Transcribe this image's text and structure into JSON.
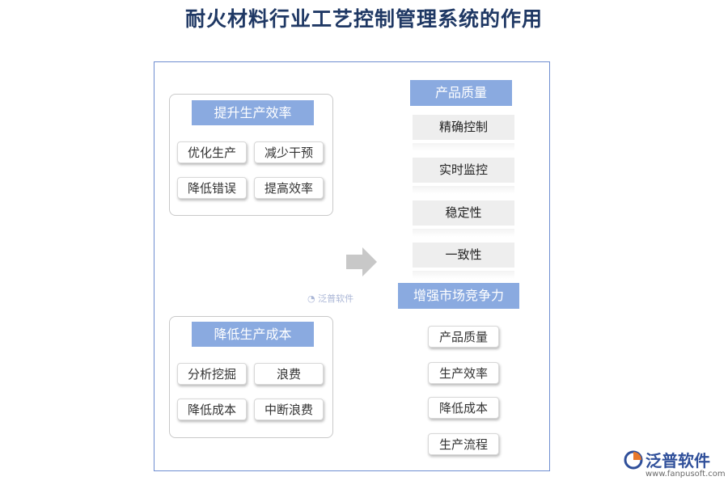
{
  "title": "耐火材料行业工艺控制管理系统的作用",
  "efficiency": {
    "header": "提升生产效率",
    "items": [
      "优化生产",
      "减少干预",
      "降低错误",
      "提高效率"
    ]
  },
  "cost": {
    "header": "降低生产成本",
    "items": [
      "分析挖掘",
      "浪费",
      "降低成本",
      "中断浪费"
    ]
  },
  "quality": {
    "header": "产品质量",
    "items": [
      "精确控制",
      "实时监控",
      "稳定性",
      "一致性"
    ]
  },
  "competition": {
    "header": "增强市场竞争力",
    "items": [
      "产品质量",
      "生产效率",
      "降低成本",
      "生产流程"
    ]
  },
  "watermark": "泛普软件",
  "logo": {
    "name": "泛普软件",
    "url": "www.fanpusoft.com"
  },
  "colors": {
    "header": "#8aaae0",
    "frame": "#6f8ed1",
    "title": "#1f3864",
    "arrow": "#c8c8c8"
  },
  "icons": {
    "arrow": "right-arrow-icon",
    "logo": "fanpu-logo-icon"
  }
}
